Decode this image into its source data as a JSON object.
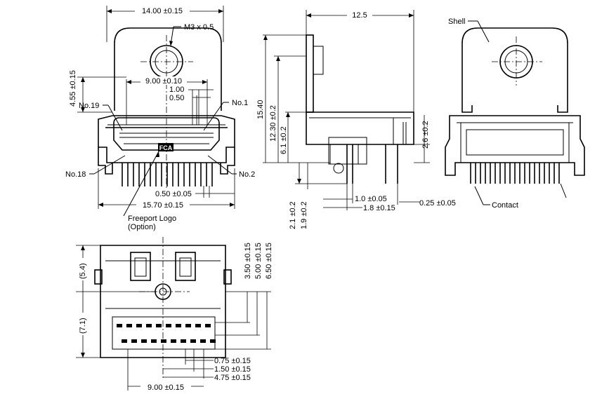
{
  "front_view": {
    "width_dim": "14.00 ±0.15",
    "screw": "M3 x 0.5",
    "height_dim": "4.55 ±0.15",
    "pin_span": "9.00 ±0.10",
    "pitch_a": "1.00",
    "pitch_b": "0.50",
    "pin19": "No.19",
    "pin1": "No.1",
    "pin18": "No.18",
    "pin2": "No.2",
    "logo_mark": "FCA",
    "lead_pitch": "0.50 ±0.05",
    "base_width": "15.70 ±0.15",
    "logo_label": "Freeport Logo",
    "logo_option": "(Option)"
  },
  "side_view": {
    "depth_dim": "12.5",
    "total_height": "15.40",
    "shell_height": "12.30 ±0.2",
    "body_height": "6.1 ±0.2",
    "standoff": "2.6 ±0.2",
    "lead_a": "2.1 ±0.2",
    "lead_b": "1.9 ±0.2",
    "pitch_1": "1.0 ±0.05",
    "pitch_2": "1.8 ±0.15",
    "lead_thk": "0.25 ±0.05"
  },
  "rear_view": {
    "shell_label": "Shell",
    "contact_label": "Contact"
  },
  "pcb_view": {
    "h1": "(5.4)",
    "h2": "(7.1)",
    "v1": "3.50 ±0.15",
    "v2": "5.00 ±0.15",
    "v3": "6.50 ±0.15",
    "r1": "0.75 ±0.15",
    "r2": "1.50 ±0.15",
    "r3": "4.75 ±0.15",
    "bottom": "9.00 ±0.15"
  }
}
